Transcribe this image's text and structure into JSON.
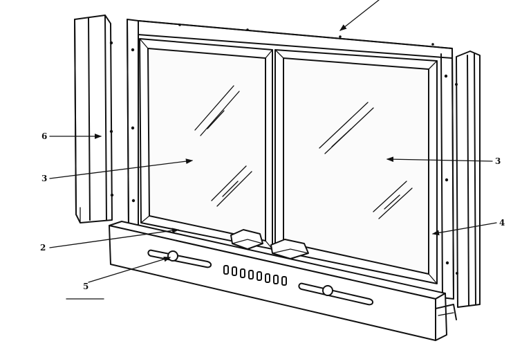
{
  "callouts": [
    {
      "id": "c6",
      "label": "6"
    },
    {
      "id": "c3-left",
      "label": "3"
    },
    {
      "id": "c3-right",
      "label": "3"
    },
    {
      "id": "c4",
      "label": "4"
    },
    {
      "id": "c2",
      "label": "2"
    },
    {
      "id": "c5",
      "label": "5"
    }
  ]
}
